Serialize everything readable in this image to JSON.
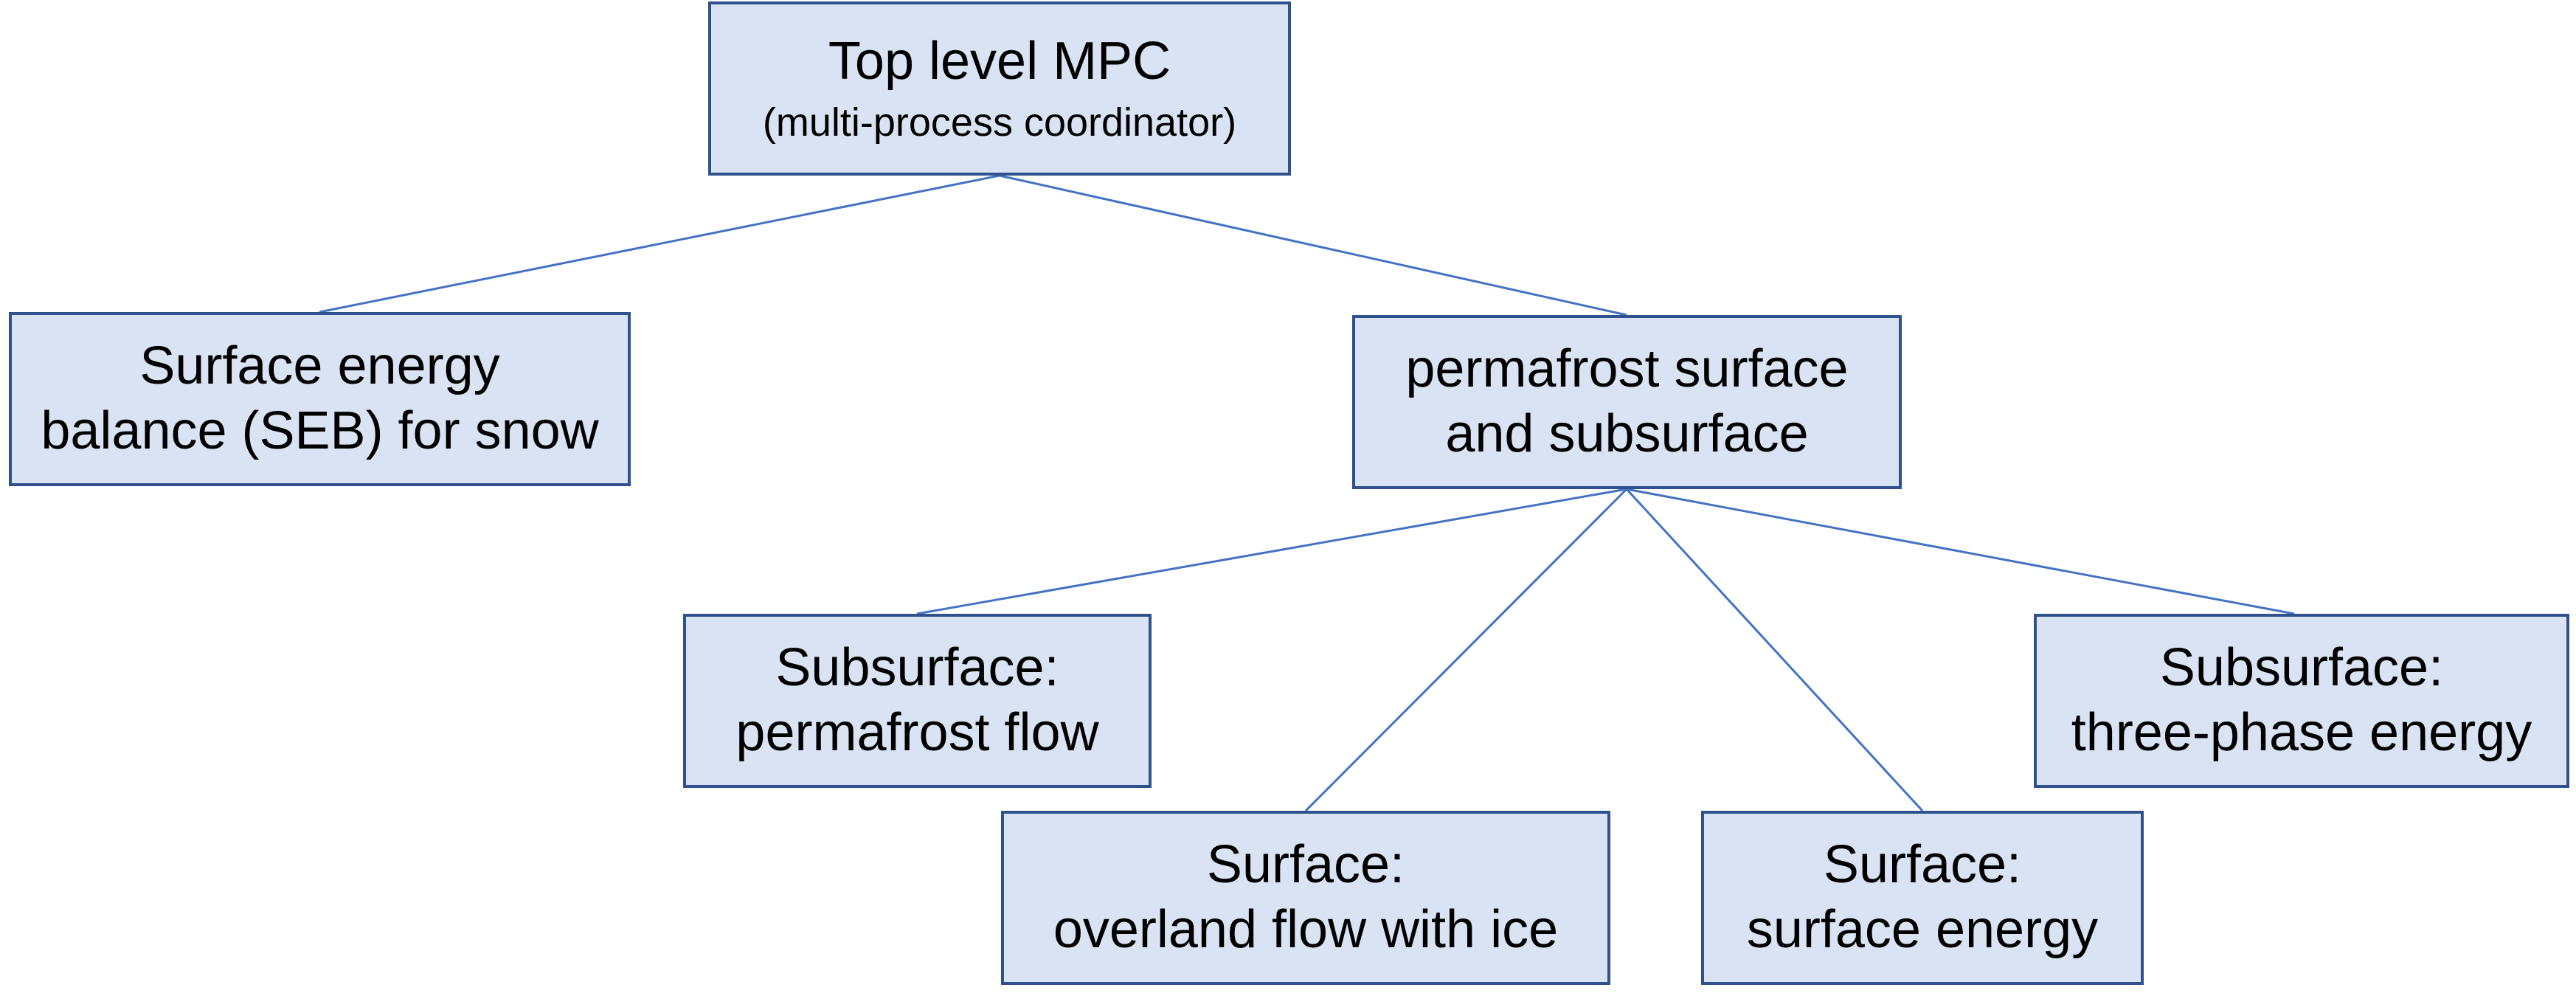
{
  "colors": {
    "node_fill": "#dae3f3",
    "node_border": "#2f528f",
    "connector": "#4472c4",
    "text": "#000000"
  },
  "nodes": {
    "root": {
      "title": "Top level MPC",
      "subtitle": "(multi-process coordinator)"
    },
    "seb": {
      "line1": "Surface energy",
      "line2": "balance (SEB) for snow"
    },
    "permafrost": {
      "line1": "permafrost surface",
      "line2": "and subsurface"
    },
    "subsurface_flow": {
      "line1": "Subsurface:",
      "line2": "permafrost flow"
    },
    "subsurface_energy": {
      "line1": "Subsurface:",
      "line2": "three-phase energy"
    },
    "surface_flow": {
      "line1": "Surface:",
      "line2": "overland flow with ice"
    },
    "surface_energy": {
      "line1": "Surface:",
      "line2": "surface energy"
    }
  },
  "edges": [
    {
      "from": "root",
      "to": "seb"
    },
    {
      "from": "root",
      "to": "permafrost"
    },
    {
      "from": "permafrost",
      "to": "subsurface_flow"
    },
    {
      "from": "permafrost",
      "to": "surface_flow"
    },
    {
      "from": "permafrost",
      "to": "surface_energy"
    },
    {
      "from": "permafrost",
      "to": "subsurface_energy"
    }
  ]
}
